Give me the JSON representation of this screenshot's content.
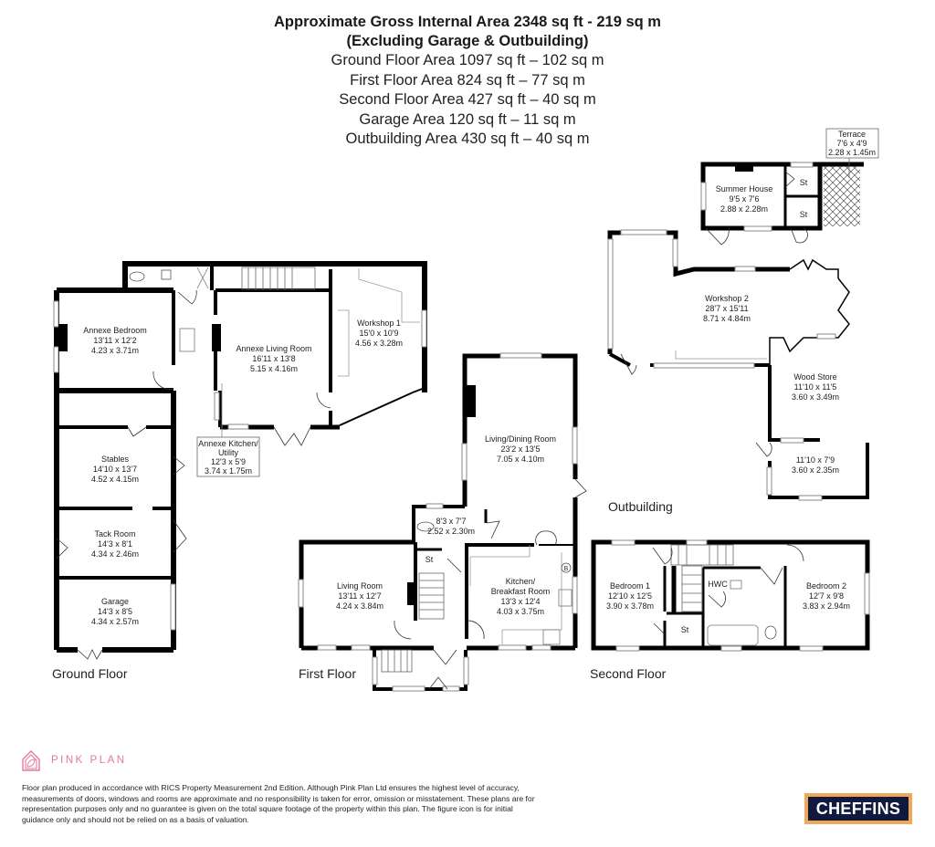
{
  "header": {
    "title": "Approximate Gross Internal Area 2348 sq ft - 219 sq m",
    "subtitle": "(Excluding Garage & Outbuilding)",
    "areas": [
      "Ground Floor Area 1097 sq ft – 102 sq m",
      "First Floor Area 824 sq ft – 77 sq m",
      "Second Floor Area 427 sq ft – 40 sq m",
      "Garage Area 120 sq ft – 11 sq m",
      "Outbuilding Area 430 sq ft – 40 sq m"
    ]
  },
  "floors": {
    "ground": {
      "label": "Ground Floor",
      "rooms": {
        "annexe_bedroom": {
          "name": "Annexe Bedroom",
          "imperial": "13'11 x 12'2",
          "metric": "4.23 x 3.71m"
        },
        "annexe_living": {
          "name": "Annexe Living Room",
          "imperial": "16'11 x 13'8",
          "metric": "5.15 x 4.16m"
        },
        "workshop1": {
          "name": "Workshop 1",
          "imperial": "15'0 x 10'9",
          "metric": "4.56 x 3.28m"
        },
        "annexe_kitchen": {
          "name1": "Annexe Kitchen/",
          "name2": "Utility",
          "imperial": "12'3 x 5'9",
          "metric": "3.74 x 1.75m"
        },
        "stables": {
          "name": "Stables",
          "imperial": "14'10 x 13'7",
          "metric": "4.52 x 4.15m"
        },
        "tack_room": {
          "name": "Tack Room",
          "imperial": "14'3 x 8'1",
          "metric": "4.34 x 2.46m"
        },
        "garage": {
          "name": "Garage",
          "imperial": "14'3 x 8'5",
          "metric": "4.34 x 2.57m"
        }
      }
    },
    "first": {
      "label": "First Floor",
      "rooms": {
        "living_dining": {
          "name": "Living/Dining Room",
          "imperial": "23'2 x 13'5",
          "metric": "7.05 x 4.10m"
        },
        "wc": {
          "imperial": "8'3 x 7'7",
          "metric": "2.52 x 2.30m"
        },
        "store": {
          "name": "St"
        },
        "living_room": {
          "name": "Living Room",
          "imperial": "13'11 x 12'7",
          "metric": "4.24 x 3.84m"
        },
        "kitchen": {
          "name1": "Kitchen/",
          "name2": "Breakfast Room",
          "imperial": "13'3 x 12'4",
          "metric": "4.03 x 3.75m"
        },
        "boiler": {
          "name": "B"
        }
      }
    },
    "second": {
      "label": "Second Floor",
      "rooms": {
        "bedroom1": {
          "name": "Bedroom 1",
          "imperial": "12'10 x 12'5",
          "metric": "3.90 x 3.78m"
        },
        "bedroom2": {
          "name": "Bedroom 2",
          "imperial": "12'7 x 9'8",
          "metric": "3.83 x 2.94m"
        },
        "hwc": {
          "name": "HWC"
        },
        "store": {
          "name": "St"
        }
      }
    },
    "outbuilding": {
      "label": "Outbuilding",
      "rooms": {
        "summer_house": {
          "name": "Summer House",
          "imperial": "9'5 x 7'6",
          "metric": "2.88 x 2.28m"
        },
        "store_a": {
          "name": "St"
        },
        "store_b": {
          "name": "St"
        },
        "terrace": {
          "name": "Terrace",
          "imperial": "7'6 x 4'9",
          "metric": "2.28 x 1.45m"
        },
        "workshop2": {
          "name": "Workshop 2",
          "imperial": "28'7 x 15'11",
          "metric": "8.71 x 4.84m"
        },
        "wood_store": {
          "name": "Wood Store",
          "imperial": "11'10 x 11'5",
          "metric": "3.60 x 3.49m"
        },
        "unnamed": {
          "imperial": "11'10 x 7'9",
          "metric": "3.60 x 2.35m"
        }
      }
    }
  },
  "footer": {
    "brand": "PINK PLAN",
    "brand_icon": "house-leaf-icon",
    "brand_color": "#e07a9a",
    "disclaimer": "Floor plan produced in accordance with RICS Property Measurement 2nd Edition. Although Pink Plan Ltd ensures the highest level of accuracy, measurements of doors, windows and rooms are approximate and no responsibility is taken for error, omission or misstatement. These plans are for representation purposes only and no guarantee is given on the total square footage of the property within this plan. The figure icon is for initial guidance only and should not be relied on as a basis of valuation.",
    "agent": "CHEFFINS",
    "agent_colors": {
      "background": "#111a3e",
      "border": "#f0a856"
    }
  }
}
